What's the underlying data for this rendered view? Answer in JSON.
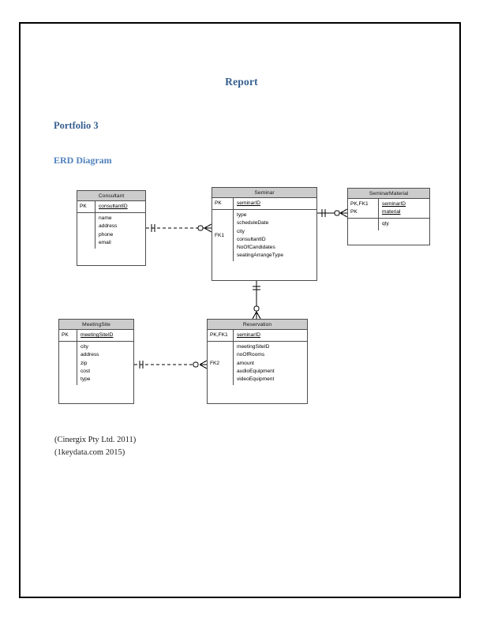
{
  "document": {
    "title": "Report",
    "heading_1": "Portfolio 3",
    "heading_2": "ERD Diagram",
    "citations": [
      "(Cinergix Pty Ltd. 2011)",
      "(1keydata.com 2015)"
    ]
  },
  "colors": {
    "title_blue": "#355f91",
    "heading_blue": "#4f81bd",
    "entity_header_fill": "#cccccc",
    "entity_border": "#4d4d4d",
    "page_border": "#000000",
    "link_line": "#000000"
  },
  "diagram": {
    "type": "entity-relationship-diagram",
    "notation": "crows-foot",
    "entities": [
      {
        "id": "consultant",
        "name": "Consultant",
        "key_rows": [
          {
            "key": "PK",
            "attributes": [
              "consultantID"
            ],
            "underline": true
          }
        ],
        "attribute_rows": [
          {
            "key": "",
            "attributes": [
              "name",
              "address",
              "phone",
              "email"
            ],
            "underline": false
          }
        ]
      },
      {
        "id": "seminar",
        "name": "Seminar",
        "key_rows": [
          {
            "key": "PK",
            "attributes": [
              "seminarID"
            ],
            "underline": true
          }
        ],
        "attribute_rows": [
          {
            "key": "FK1",
            "attributes": [
              "type",
              "scheduleDate",
              "city",
              "consultantID",
              "NoOfCandidates",
              "seatingArrangeType"
            ],
            "underline": false
          }
        ]
      },
      {
        "id": "seminarmaterial",
        "name": "SeminarMaterial",
        "key_rows": [
          {
            "key": "PK,FK1\nPK",
            "attributes": [
              "seminarID",
              "material"
            ],
            "underline": true
          }
        ],
        "attribute_rows": [
          {
            "key": "",
            "attributes": [
              "qty"
            ],
            "underline": false
          }
        ]
      },
      {
        "id": "meetingsite",
        "name": "MeetingSite",
        "key_rows": [
          {
            "key": "PK",
            "attributes": [
              "meetingSiteID"
            ],
            "underline": true
          }
        ],
        "attribute_rows": [
          {
            "key": "",
            "attributes": [
              "city",
              "address",
              "zip",
              "cost",
              "type"
            ],
            "underline": false
          }
        ]
      },
      {
        "id": "reservation",
        "name": "Reservation",
        "key_rows": [
          {
            "key": "PK,FK1",
            "attributes": [
              "seminarID"
            ],
            "underline": true
          }
        ],
        "attribute_rows": [
          {
            "key": "FK2",
            "attributes": [
              "meetingSiteID",
              "noOfRooms",
              "amount",
              "audioEquipment",
              "videoEquipment"
            ],
            "underline": false
          }
        ]
      }
    ],
    "relationships": [
      {
        "id": "consultant-seminar",
        "from": "Consultant",
        "to": "Seminar",
        "line_style": "dashed",
        "from_cardinality": "one-and-only-one",
        "to_cardinality": "zero-or-many",
        "identifying": false
      },
      {
        "id": "seminar-seminarmaterial",
        "from": "Seminar",
        "to": "SeminarMaterial",
        "line_style": "solid",
        "from_cardinality": "one-and-only-one",
        "to_cardinality": "zero-or-many",
        "identifying": true
      },
      {
        "id": "seminar-reservation",
        "from": "Seminar",
        "to": "Reservation",
        "line_style": "solid",
        "from_cardinality": "one-and-only-one",
        "to_cardinality": "zero-or-many",
        "identifying": true
      },
      {
        "id": "meetingsite-reservation",
        "from": "MeetingSite",
        "to": "Reservation",
        "line_style": "dashed",
        "from_cardinality": "one-and-only-one",
        "to_cardinality": "zero-or-many",
        "identifying": false
      }
    ]
  }
}
